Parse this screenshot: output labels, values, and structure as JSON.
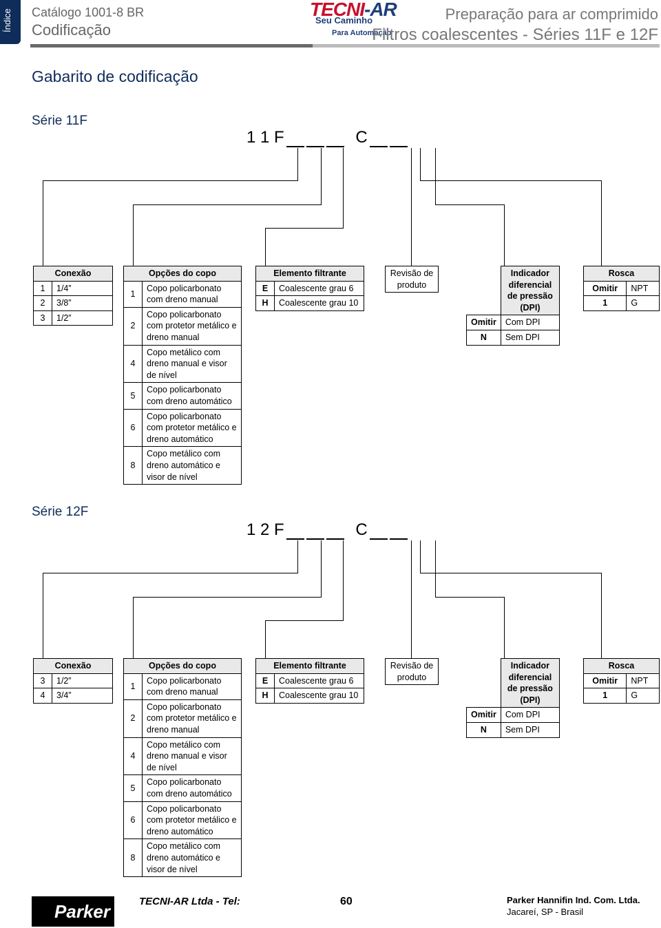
{
  "header": {
    "side_tab": "Índice",
    "catalog": "Catálogo 1001-8 BR",
    "section": "Codificação",
    "title_right_1": "Preparação para ar comprimido",
    "title_right_2": "Filtros coalescentes - Séries 11F e 12F",
    "logo_main": "TECNI",
    "logo_ar": "-AR",
    "logo_sub1": "Seu Caminho",
    "logo_sub2": "Para Automação"
  },
  "page_title": "Gabarito de codificação",
  "series_11f": {
    "title": "Série 11F",
    "code_prefix": "1 1 F",
    "code_c": "C",
    "conexao": {
      "header": "Conexão",
      "rows": [
        [
          "1",
          "1/4”"
        ],
        [
          "2",
          "3/8”"
        ],
        [
          "3",
          "1/2”"
        ]
      ]
    },
    "copo": {
      "header": "Opções do copo",
      "rows": [
        [
          "1",
          "Copo policarbonato com dreno manual"
        ],
        [
          "2",
          "Copo policarbonato com protetor metálico e dreno manual"
        ],
        [
          "4",
          "Copo metálico com dreno manual e visor de nível"
        ],
        [
          "5",
          "Copo policarbonato com dreno automático"
        ],
        [
          "6",
          "Copo policarbonato com protetor metálico e dreno automático"
        ],
        [
          "8",
          "Copo metálico com dreno automático e visor de nível"
        ]
      ]
    },
    "elemento": {
      "header": "Elemento filtrante",
      "rows": [
        [
          "E",
          "Coalescente grau 6"
        ],
        [
          "H",
          "Coalescente grau 10"
        ]
      ]
    },
    "revisao": "Revisão de produto",
    "indicador": {
      "header": "Indicador diferencial de pressão (DPI)",
      "rows": [
        [
          "Omitir",
          "Com DPI"
        ],
        [
          "N",
          "Sem DPI"
        ]
      ]
    },
    "rosca": {
      "header": "Rosca",
      "rows": [
        [
          "Omitir",
          "NPT"
        ],
        [
          "1",
          "G"
        ]
      ]
    }
  },
  "series_12f": {
    "title": "Série 12F",
    "code_prefix": "1 2 F",
    "code_c": "C",
    "conexao": {
      "header": "Conexão",
      "rows": [
        [
          "3",
          "1/2”"
        ],
        [
          "4",
          "3/4”"
        ]
      ]
    },
    "copo": {
      "header": "Opções do copo",
      "rows": [
        [
          "1",
          "Copo policarbonato com dreno manual"
        ],
        [
          "2",
          "Copo policarbonato com protetor metálico e dreno manual"
        ],
        [
          "4",
          "Copo metálico com dreno manual e visor de nível"
        ],
        [
          "5",
          "Copo policarbonato com dreno automático"
        ],
        [
          "6",
          "Copo policarbonato com protetor metálico e dreno automático"
        ],
        [
          "8",
          "Copo metálico com dreno automático e visor de nível"
        ]
      ]
    },
    "elemento": {
      "header": "Elemento filtrante",
      "rows": [
        [
          "E",
          "Coalescente grau 6"
        ],
        [
          "H",
          "Coalescente grau 10"
        ]
      ]
    },
    "revisao": "Revisão de produto",
    "indicador": {
      "header": "Indicador diferencial de pressão (DPI)",
      "rows": [
        [
          "Omitir",
          "Com DPI"
        ],
        [
          "N",
          "Sem DPI"
        ]
      ]
    },
    "rosca": {
      "header": "Rosca",
      "rows": [
        [
          "Omitir",
          "NPT"
        ],
        [
          "1",
          "G"
        ]
      ]
    }
  },
  "footer": {
    "company_tel": "TECNI-AR Ltda - Tel:",
    "page_number": "60",
    "parker_name": "Parker Hannifin Ind. Com. Ltda.",
    "parker_city": "Jacareí, SP - Brasil",
    "parker_logo": "Parker"
  }
}
